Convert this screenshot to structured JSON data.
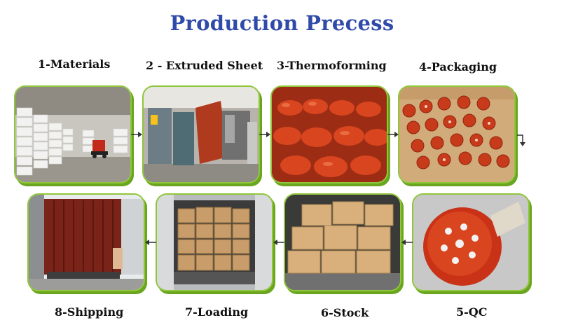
{
  "title": "Production Precess",
  "steps": {
    "s1": "1-Materials",
    "s2": "2 - Extruded Sheet",
    "s3": "3-Thermoforming",
    "s4": "4-Packaging",
    "s5": "5-QC",
    "s6": "6-Stock",
    "s7": "7-Loading",
    "s8": "8-Shipping"
  },
  "colors": {
    "title": "#2f4aa8",
    "frame": "#8fc63a",
    "product": "#d8451f"
  }
}
